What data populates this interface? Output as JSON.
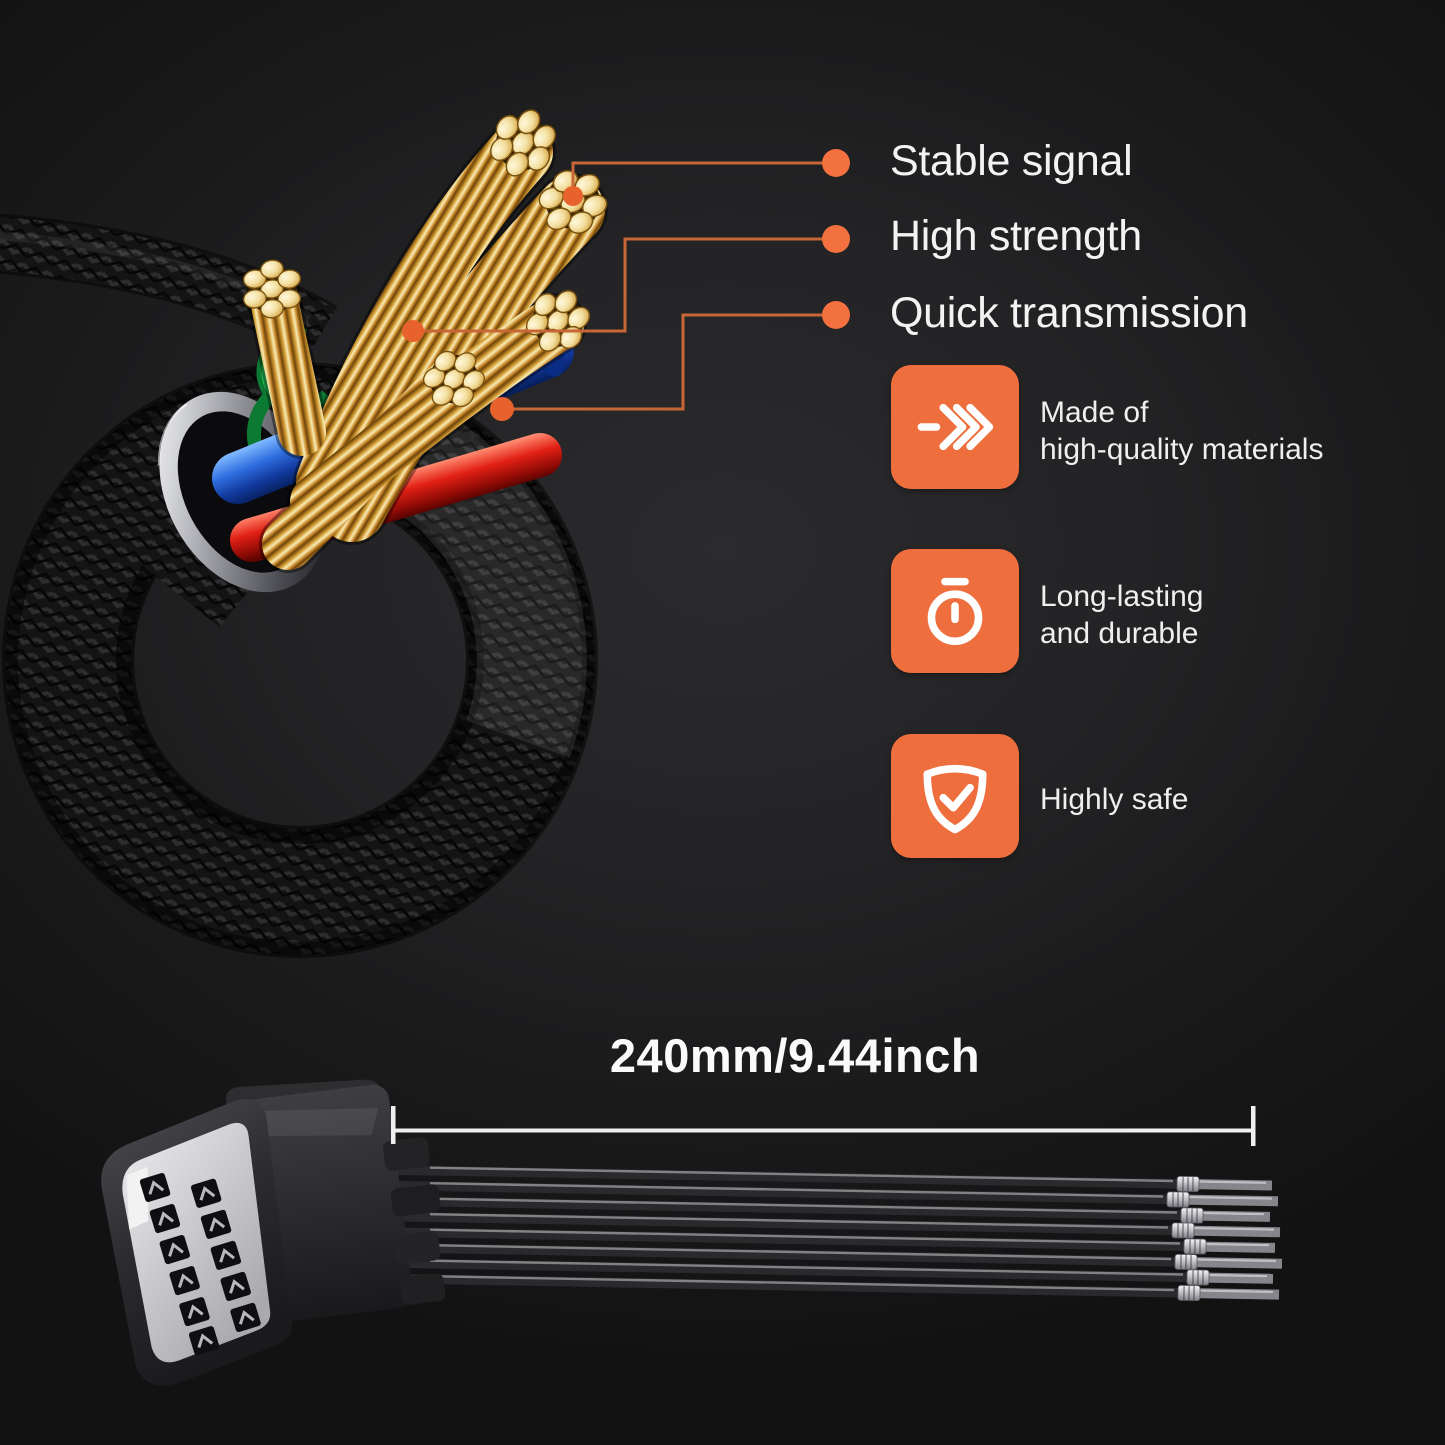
{
  "page": {
    "kind": "product-feature-infographic"
  },
  "colors": {
    "badge_accent": "#EE6E3D",
    "callout_dot": "#F2713E",
    "callout_line": "#C76637",
    "text_primary": "#F3F3F3",
    "background_base": "#1D1D1F"
  },
  "callouts": {
    "items": [
      {
        "label": "Stable signal"
      },
      {
        "label": "High strength"
      },
      {
        "label": "Quick transmission"
      }
    ]
  },
  "benefits": {
    "items": [
      {
        "icon": "fast-forward-icon",
        "line1": "Made of",
        "line2": "high-quality materials"
      },
      {
        "icon": "stopwatch-icon",
        "line1": "Long-lasting",
        "line2": "and durable"
      },
      {
        "icon": "shield-check-icon",
        "line1": "Highly safe",
        "line2": ""
      }
    ]
  },
  "measurement": {
    "label": "240mm/9.44inch"
  }
}
